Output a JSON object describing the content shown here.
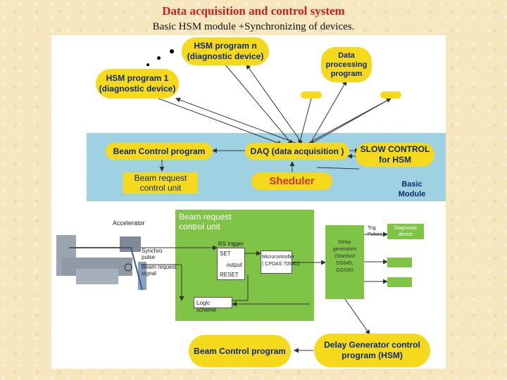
{
  "title": "Data acquisition and control system",
  "subtitle": "Basic HSM module +Synchronizing of devices.",
  "hsm_n": "HSM program n\n(diagnostic device)",
  "hsm_1": "HSM program 1\n(diagnostic device)",
  "data_processing": "Data\nprocessing\nprogram",
  "beam_control_top": "Beam Control program",
  "daq": "DAQ (data acquisition )",
  "slow_control": "SLOW CONTROL\nfor HSM",
  "beam_request_unit_top": "Beam request\ncontrol unit",
  "sheduler": "Sheduler",
  "basic_module": "Basic\nModule",
  "accelerator": "Accelerator",
  "beam_request_unit_green": "Beam request\ncontrol unit",
  "rs_trigger": "RS trigger",
  "set": "SET",
  "output": "output",
  "reset": "RESET",
  "microcontroller": "Microcontroller\n( CPDAS 7055D)",
  "logic_scheme": "Logic scheme",
  "synchro_pulse": "Synchro\npulse",
  "beam_request_signal": "Beam request\nsignal",
  "delay_generators": "Delay\ngenerators\n(Stanford\nDG645,\nDG535)",
  "trig_pulses": "Trig\nPulses",
  "diagnostic_device": "Diagnostic\ndevice",
  "beam_control_bottom": "Beam Control program",
  "delay_gen_control": "Delay Generator control\nprogram (HSM)"
}
